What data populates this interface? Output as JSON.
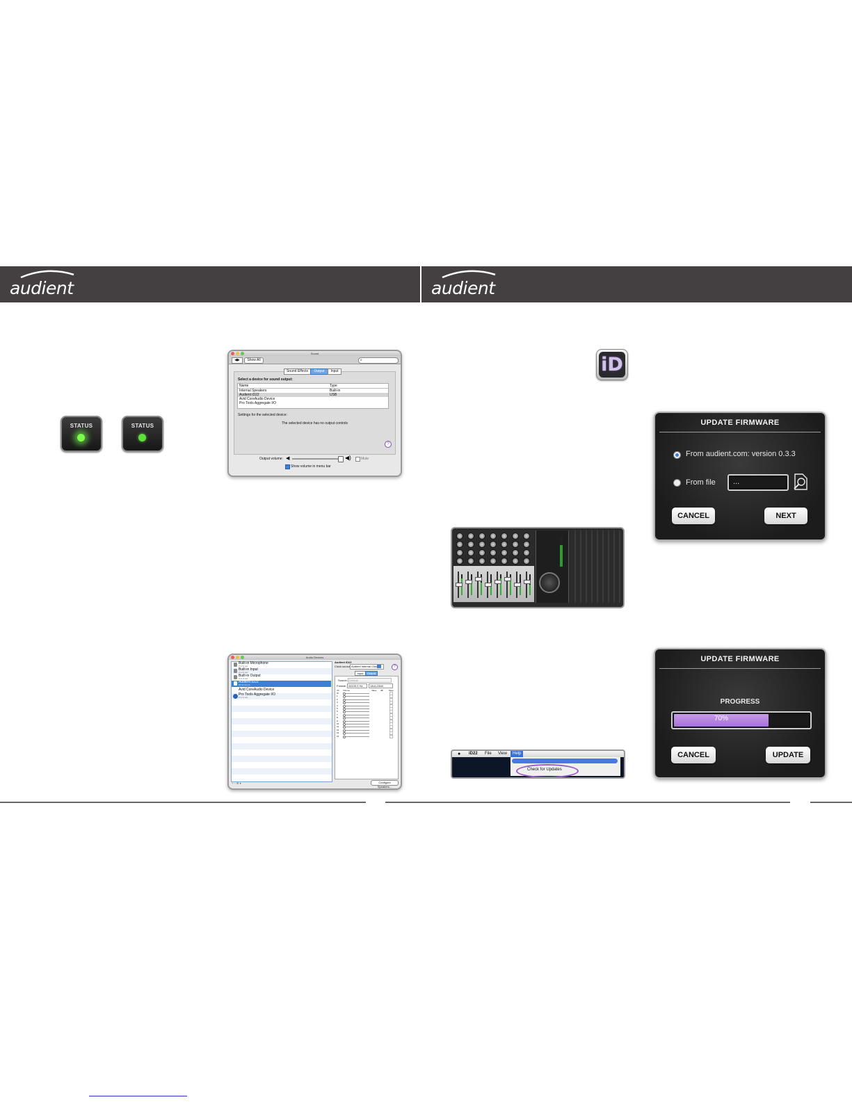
{
  "left_page": {
    "brand": "audient",
    "status_buttons": [
      {
        "label": "STATUS",
        "state": "bright green glow"
      },
      {
        "label": "STATUS",
        "state": "green"
      }
    ],
    "sound_prefs": {
      "title": "Sound",
      "show_all_label": "Show All",
      "tabs": [
        "Sound Effects",
        "Output",
        "Input"
      ],
      "active_tab": "Output",
      "select_label": "Select a device for sound output:",
      "columns": [
        "Name",
        "Type"
      ],
      "devices": [
        {
          "name": "Internal Speakers",
          "type": "Built-in"
        },
        {
          "name": "Audient iD22",
          "type": "USB"
        },
        {
          "name": "Avid CoreAudio Device",
          "type": ""
        },
        {
          "name": "Pro Tools Aggregate I/O",
          "type": ""
        }
      ],
      "selected_device": "Audient iD22",
      "settings_label": "Settings for the selected device:",
      "no_controls": "The selected device has no output controls",
      "output_volume_label": "Output volume:",
      "mute_label": "Mute",
      "show_volume_label": "Show volume in menu bar",
      "help_glyph": "?"
    },
    "audio_midi": {
      "title": "Audio Devices",
      "devices": [
        {
          "name": "Built-in Microphone",
          "sub": "2 in/ 0 out"
        },
        {
          "name": "Built-in Input",
          "sub": "2 in/ 0 out"
        },
        {
          "name": "Built-in Output",
          "sub": "0 in/ 2 out"
        },
        {
          "name": "Audient iD22",
          "sub": "10 in/ 14 out"
        },
        {
          "name": "Avid CoreAudio Device",
          "sub": ""
        },
        {
          "name": "Pro Tools Aggregate I/O",
          "sub": "2 in/ 2 out"
        }
      ],
      "selected_device": "Audient iD22",
      "detail_title": "Audient iD22",
      "clock_label": "Clock source:",
      "clock_value": "Audient Internal Clock",
      "tabs": [
        "Input",
        "Output"
      ],
      "active_tab": "Output",
      "source_label": "Source:",
      "source_value": "Default",
      "format_label": "Format:",
      "format_value": "44100.0 Hz",
      "format_value2": "14ch-24bit",
      "columns": [
        "Ch",
        "Volume",
        "Value",
        "dB",
        "Mute"
      ],
      "channels": [
        "M",
        "1",
        "2",
        "3",
        "4",
        "5",
        "6",
        "7",
        "8",
        "9",
        "10",
        "11",
        "12",
        "13",
        "14"
      ],
      "configure_label": "Configure Speakers...",
      "help_glyph": "?"
    }
  },
  "right_page": {
    "brand": "audient",
    "app_icon_label": "iD",
    "menubar": {
      "app": "iD22",
      "items": [
        "File",
        "View",
        "Help"
      ],
      "active": "Help",
      "dropdown_item": "Check for Updates"
    },
    "update_dialog": {
      "title": "UPDATE FIRMWARE",
      "option1": "From audient.com: version 0.3.3",
      "option2": "From file",
      "file_field": "...",
      "cancel": "CANCEL",
      "next": "NEXT"
    },
    "progress_dialog": {
      "title": "UPDATE FIRMWARE",
      "progress_label": "PROGRESS",
      "progress_text": "70%",
      "progress": 0.7,
      "cancel": "CANCEL",
      "update": "UPDATE"
    }
  },
  "colors": {
    "header_bg": "#444042",
    "progress_fill": "#b07ed8",
    "highlight_ring": "#9b5cc4",
    "led_green": "#7aff4a"
  }
}
